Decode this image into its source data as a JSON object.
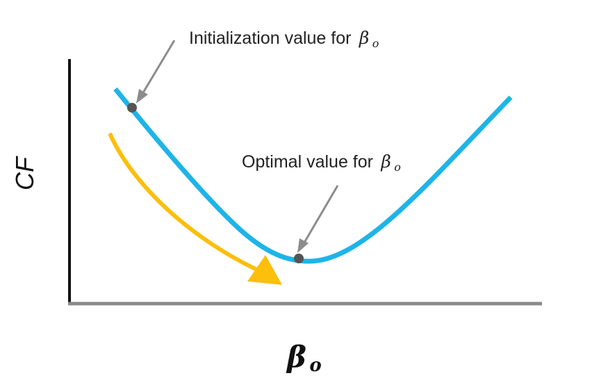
{
  "axes": {
    "y_label": "CF",
    "x_label_main": "β",
    "x_label_sub": "o"
  },
  "annotations": {
    "init": {
      "text": "Initialization value for ",
      "symbol": "β",
      "subscript": "o"
    },
    "optimal": {
      "text": "Optimal value for ",
      "symbol": "β",
      "subscript": "o"
    }
  },
  "colors": {
    "curve": "#1eb4e8",
    "descent_arrow": "#fbbf0c",
    "pointer_arrow": "#8c8c8c",
    "axis_y": "#111111",
    "axis_x": "#8a8a8a",
    "marker": "#555555"
  }
}
